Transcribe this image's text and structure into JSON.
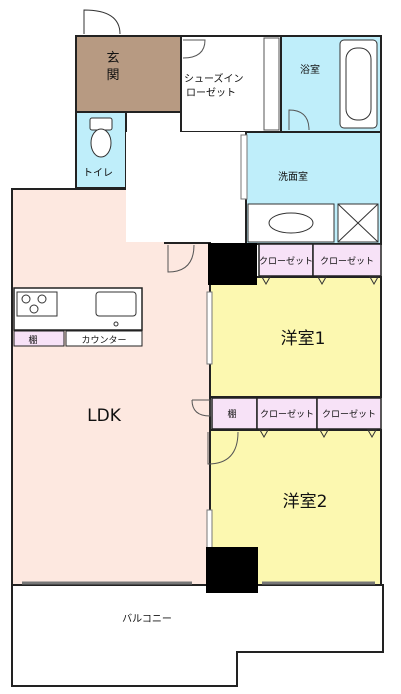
{
  "rooms": {
    "entrance": "玄関",
    "shoes_closet_line1": "シューズイン",
    "shoes_closet_line2": "ローゼット",
    "bath": "浴室",
    "toilet": "トイレ",
    "washroom": "洗面室",
    "ldk": "LDK",
    "western1": "洋室1",
    "western2": "洋室2",
    "balcony": "バルコニー"
  },
  "fixtures": {
    "shelf": "棚",
    "counter": "カウンター",
    "closet": "クローゼット"
  },
  "colors": {
    "entrance": "#b79a82",
    "wet_area": "#bfeefa",
    "ldk": "#fde8e0",
    "western": "#fcf8b0",
    "closet": "#f7e2f7",
    "wall": "#000000"
  }
}
